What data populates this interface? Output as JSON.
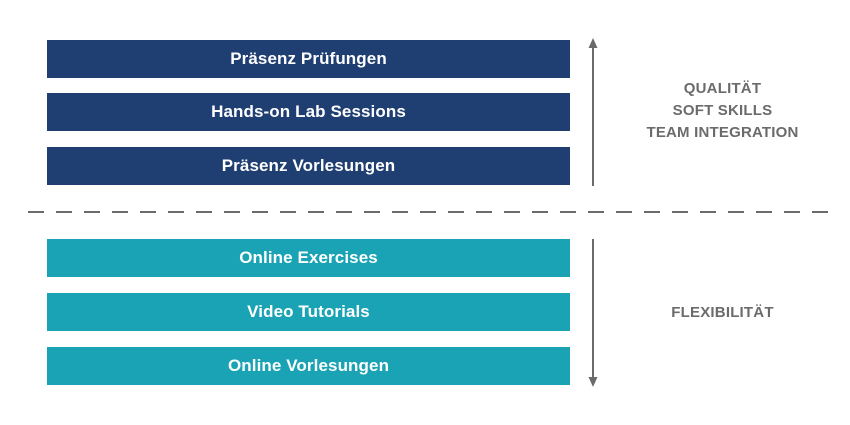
{
  "top_group": {
    "items": [
      {
        "label": "Präsenz Prüfungen"
      },
      {
        "label": "Hands-on Lab Sessions"
      },
      {
        "label": "Präsenz Vorlesungen"
      }
    ],
    "side_label_lines": [
      "QUALITÄT",
      "SOFT SKILLS",
      "TEAM INTEGRATION"
    ],
    "color": "#1f3f72",
    "arrow_direction": "up"
  },
  "bottom_group": {
    "items": [
      {
        "label": "Online Exercises"
      },
      {
        "label": "Video Tutorials"
      },
      {
        "label": "Online Vorlesungen"
      }
    ],
    "side_label_lines": [
      "FLEXIBILITÄT"
    ],
    "color": "#19a3b4",
    "arrow_direction": "down"
  },
  "colors": {
    "text_gray": "#6b6b6b",
    "divider_gray": "#6b6b6b",
    "arrow_gray": "#6b6b6b"
  }
}
